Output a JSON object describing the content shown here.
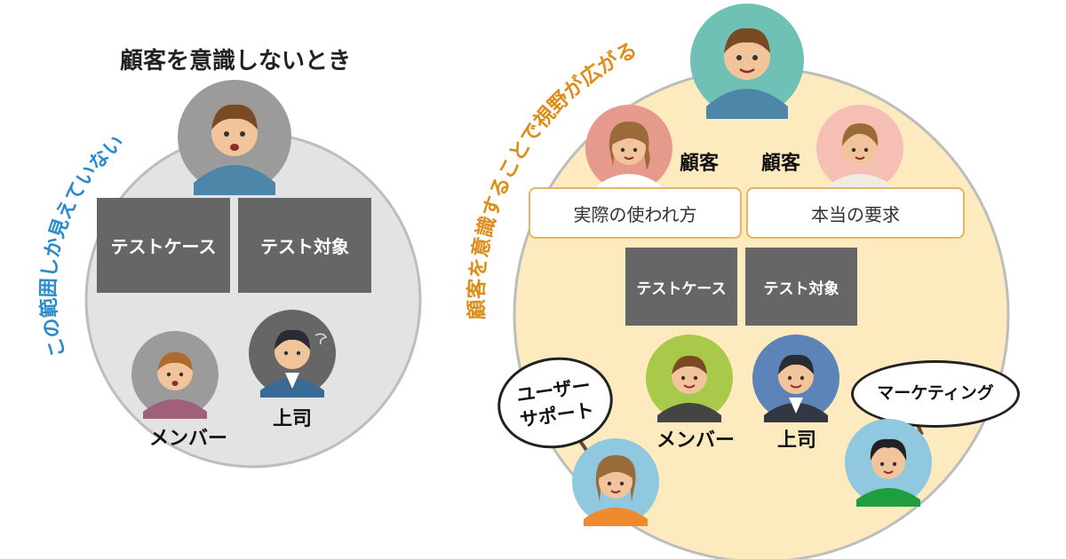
{
  "left": {
    "title": "顧客を意識しないとき",
    "arc_label": "この範囲しか見えていない",
    "box_testcase": "テストケース",
    "box_target": "テスト対象",
    "member_label": "メンバー",
    "boss_label": "上司"
  },
  "right": {
    "arc_label": "顧客を意識することで視野が広がる",
    "customer_label_1": "顧客",
    "customer_label_2": "顧客",
    "callout_usage": "実際の使われ方",
    "callout_requirement": "本当の要求",
    "box_testcase": "テストケース",
    "box_target": "テスト対象",
    "member_label": "メンバー",
    "boss_label": "上司",
    "speech_support_line1": "ユーザー",
    "speech_support_line2": "サポート",
    "speech_marketing": "マーケティング"
  },
  "colors": {
    "left_circle": "#e3e3e3",
    "right_circle": "#fdebbf",
    "left_arc_text": "#2a8ccd",
    "right_arc_text": "#df8d1a",
    "box": "#666666"
  }
}
